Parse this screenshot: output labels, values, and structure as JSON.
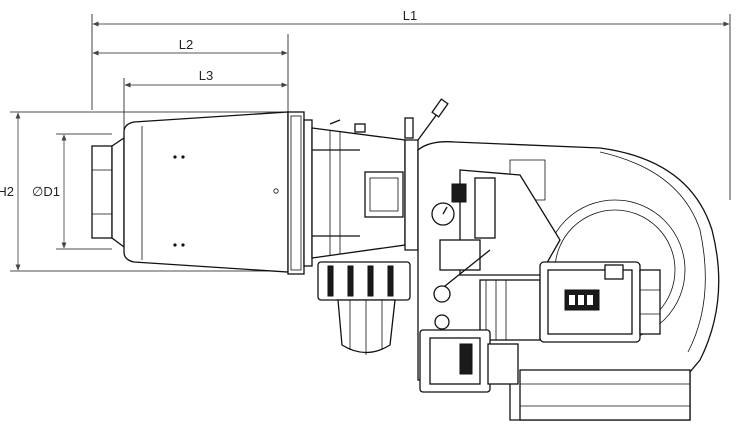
{
  "labels": {
    "L1": "L1",
    "L2": "L2",
    "L3": "L3",
    "H2": "H2",
    "D1": "∅D1"
  },
  "icons": {
    "arrow": "dimension-arrow-icon",
    "gauge": "pressure-gauge-icon",
    "motor": "electric-motor-icon",
    "logo": "motor-brand-logo-icon"
  }
}
